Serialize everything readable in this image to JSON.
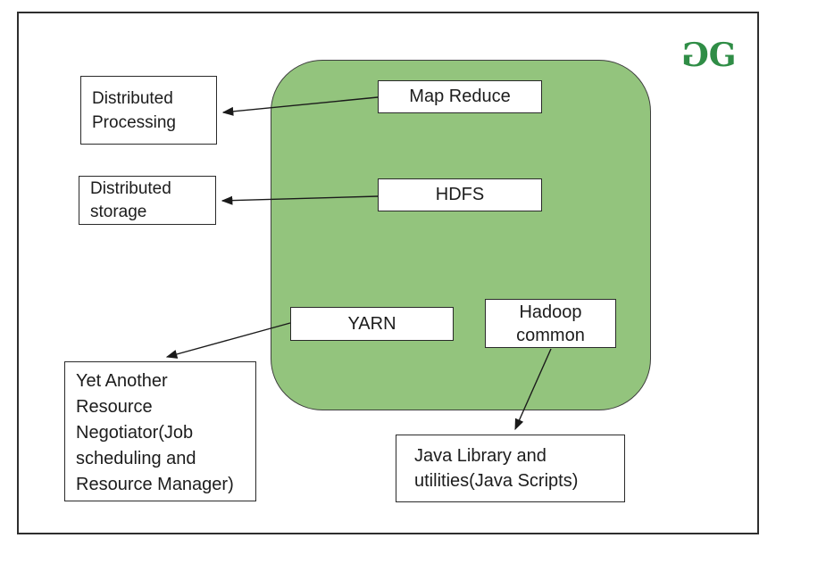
{
  "logo": {
    "g1": "G",
    "g2": "G",
    "color": "#2f8d46"
  },
  "diagram": {
    "container_fill": "#93c47d",
    "container_border": "#3f3f3f",
    "arrow_color": "#1a1a1a",
    "inner_boxes": {
      "map_reduce": {
        "label": "Map Reduce"
      },
      "hdfs": {
        "label": "HDFS"
      },
      "yarn": {
        "label": "YARN"
      },
      "hadoop_common": {
        "lines": [
          "Hadoop",
          "common"
        ]
      }
    },
    "outer_boxes": {
      "distributed_processing": {
        "lines": [
          "Distributed",
          "Processing"
        ]
      },
      "distributed_storage": {
        "lines": [
          "Distributed",
          "storage"
        ]
      },
      "yarn_description": {
        "lines": [
          "Yet Another",
          "Resource",
          "Negotiator(Job",
          "scheduling and",
          "Resource Manager)"
        ]
      },
      "java_library": {
        "lines": [
          "Java Library and",
          "utilities(Java Scripts)"
        ]
      }
    }
  }
}
